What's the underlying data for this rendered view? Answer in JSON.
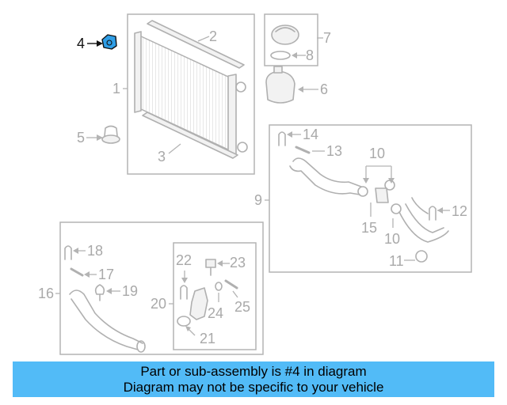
{
  "callouts": {
    "c1": "1",
    "c2": "2",
    "c3": "3",
    "c4": "4",
    "c5": "5",
    "c6": "6",
    "c7": "7",
    "c8": "8",
    "c9": "9",
    "c10a": "10",
    "c10b": "10",
    "c11": "11",
    "c12": "12",
    "c13": "13",
    "c14": "14",
    "c15": "15",
    "c16": "16",
    "c17": "17",
    "c18": "18",
    "c19": "19",
    "c20": "20",
    "c21": "21",
    "c22": "22",
    "c23": "23",
    "c24": "24",
    "c25": "25"
  },
  "highlight": {
    "part": "4",
    "color": "#2f9ee6"
  },
  "banner": {
    "line1": "Part or sub-assembly is #4 in diagram",
    "line2": "Diagram may not be specific to your vehicle",
    "color": "#52bbf7"
  }
}
